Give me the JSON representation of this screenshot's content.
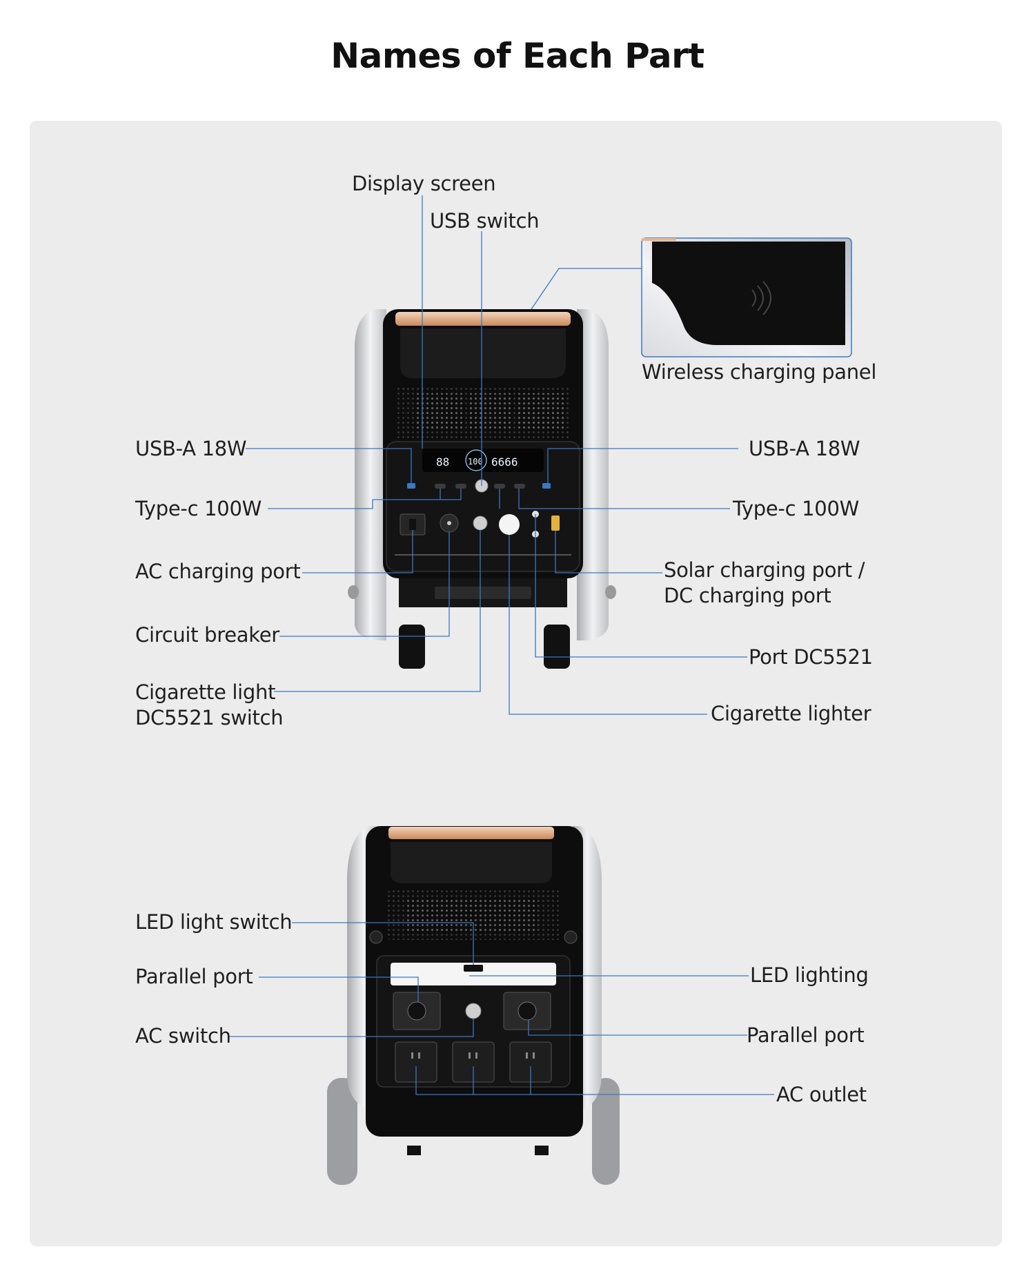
{
  "page": {
    "title": "Names of Each Part"
  },
  "top_unit": {
    "display_readouts": {
      "left": "88",
      "center": "100",
      "right": "6666"
    },
    "labels": {
      "display_screen": "Display screen",
      "usb_switch": "USB switch",
      "wireless_charging_panel": "Wireless charging panel",
      "usb_a_left": "USB-A 18W",
      "usb_a_right": "USB-A 18W",
      "type_c_left": "Type-c 100W",
      "type_c_right": "Type-c 100W",
      "ac_charging_port": "AC charging port",
      "solar_line1": "Solar charging port /",
      "solar_line2": "DC charging port",
      "circuit_breaker": "Circuit breaker",
      "port_dc5521": "Port DC5521",
      "cig_switch_line1": "Cigarette light",
      "cig_switch_line2": "DC5521 switch",
      "cigarette_lighter": "Cigarette lighter"
    }
  },
  "bottom_unit": {
    "labels": {
      "led_light_switch": "LED light switch",
      "parallel_port_left": "Parallel port",
      "ac_switch": "AC switch",
      "led_lighting": "LED lighting",
      "parallel_port_right": "Parallel port",
      "ac_outlet": "AC outlet"
    }
  },
  "colors": {
    "background": "#ececec",
    "leader_line": "#3a78c2",
    "device_body": "#0d0d0d",
    "device_shell": "#d8d9dc",
    "handle": "#e6b48d",
    "display_blue": "#9fd8ff"
  }
}
